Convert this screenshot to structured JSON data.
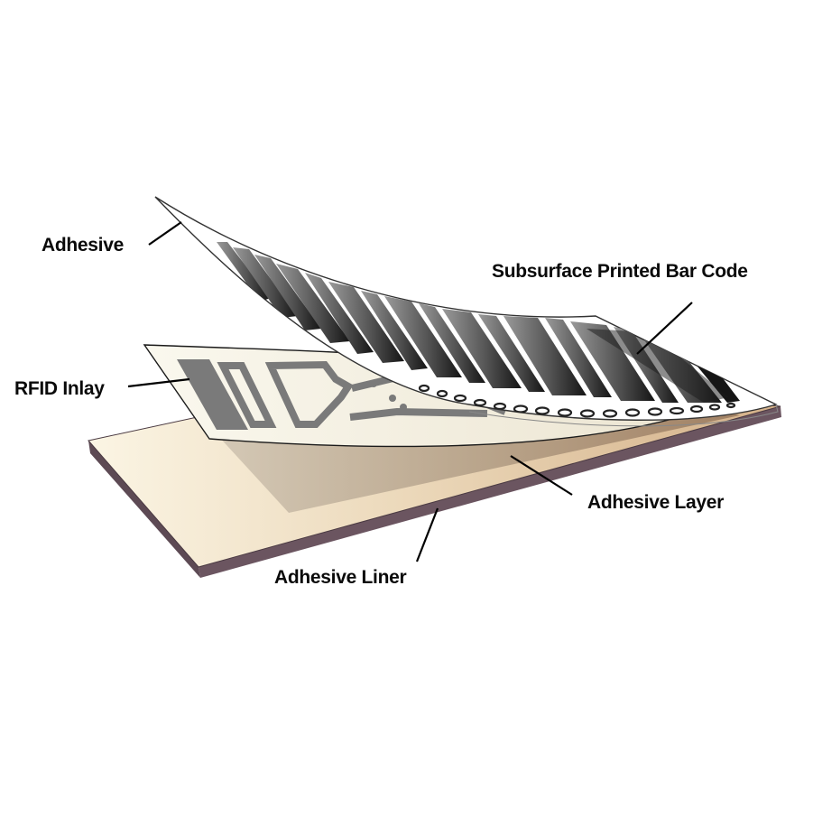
{
  "diagram": {
    "type": "exploded-layer-illustration",
    "subject": "RFID label construction",
    "labels": {
      "adhesive": "Adhesive",
      "barcode": "Subsurface Printed Bar Code",
      "rfid_inlay": "RFID Inlay",
      "adhesive_layer": "Adhesive Layer",
      "adhesive_liner": "Adhesive Liner"
    },
    "layers_top_to_bottom": [
      "Adhesive (peeling face stock with subsurface printed bar code)",
      "RFID Inlay",
      "Adhesive Layer",
      "Adhesive Liner"
    ],
    "colors": {
      "liner_top_light": "#f7efdc",
      "liner_top_dark": "#d9b994",
      "liner_edge": "#6b5560",
      "adhesive_layer_light": "#c8bca8",
      "adhesive_layer_dark": "#a08064",
      "inlay_paper": "#f4f1e6",
      "antenna": "#7a7a7a",
      "barcode_dark": "#1a1a1a",
      "barcode_light": "#8a8a8a",
      "leader_line": "#000000"
    }
  }
}
